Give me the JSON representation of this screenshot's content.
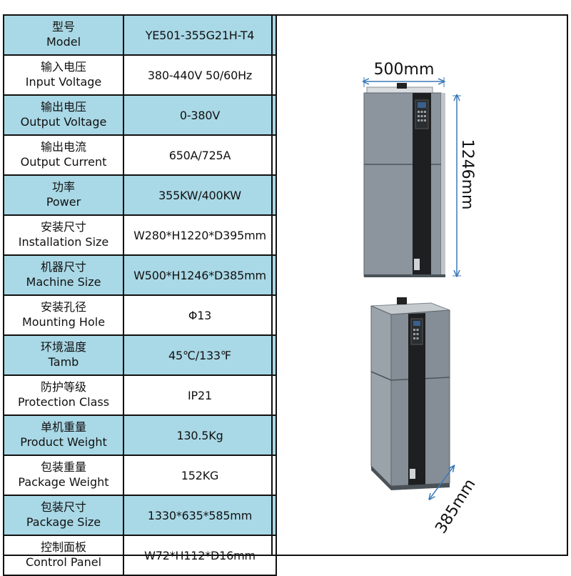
{
  "specs": [
    {
      "zh": "型号",
      "en": "Model",
      "value": "YE501-355G21H-T4"
    },
    {
      "zh": "输入电压",
      "en": "Input Voltage",
      "value": "380-440V 50/60Hz"
    },
    {
      "zh": "输出电压",
      "en": "Output Voltage",
      "value": "0-380V"
    },
    {
      "zh": "输出电流",
      "en": "Output Current",
      "value": "650A/725A"
    },
    {
      "zh": "功率",
      "en": "Power",
      "value": "355KW/400KW"
    },
    {
      "zh": "安装尺寸",
      "en": "Installation Size",
      "value": "W280*H1220*D395mm"
    },
    {
      "zh": "机器尺寸",
      "en": "Machine Size",
      "value": "W500*H1246*D385mm"
    },
    {
      "zh": "安装孔径",
      "en": "Mounting Hole",
      "value": "Φ13"
    },
    {
      "zh": "环境温度",
      "en": "Tamb",
      "value": "45℃/133℉"
    },
    {
      "zh": "防护等级",
      "en": "Protection Class",
      "value": "IP21"
    },
    {
      "zh": "单机重量",
      "en": "Product Weight",
      "value": "130.5Kg"
    },
    {
      "zh": "包装重量",
      "en": "Package Weight",
      "value": "152KG"
    },
    {
      "zh": "包装尺寸",
      "en": "Package Size",
      "value": "1330*635*585mm"
    },
    {
      "zh": "控制面板",
      "en": "Control Panel",
      "value": "W72*H112*D16mm"
    }
  ],
  "dimensions": {
    "width_label": "500mm",
    "height_label": "1246mm",
    "depth_label": "385mm"
  },
  "colors": {
    "row_highlight": "#a9d8e6",
    "cabinet_body": "#8b949c",
    "cabinet_strip": "#1e1f21",
    "dimension_line": "#3b78b8"
  }
}
